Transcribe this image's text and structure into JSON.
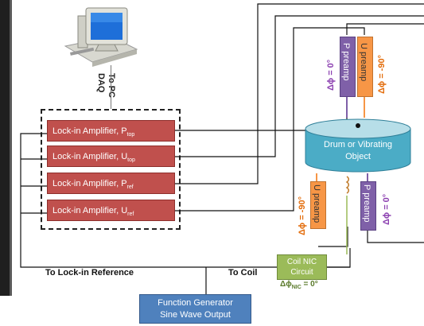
{
  "computer": {
    "label_line1": "To PC",
    "label_line2": "DAQ"
  },
  "lock_in_amplifiers": [
    {
      "label": "Lock-in Amplifier, P",
      "subscript": "top"
    },
    {
      "label": "Lock-in Amplifier, U",
      "subscript": "top"
    },
    {
      "label": "Lock-in Amplifier, P",
      "subscript": "ref"
    },
    {
      "label": "Lock-in Amplifier, U",
      "subscript": "ref"
    }
  ],
  "drum": {
    "line1": "Drum or Vibrating",
    "line2": "Object"
  },
  "preamps_top": [
    {
      "label": "P preamp",
      "phase": "Δϕ = 0°"
    },
    {
      "label": "U preamp",
      "phase": "Δϕ = -90°"
    }
  ],
  "preamps_bottom": [
    {
      "label": "U preamp",
      "phase": "Δϕ = -90°"
    },
    {
      "label": "P preamp",
      "phase": "Δϕ = 0°"
    }
  ],
  "coil_nic": {
    "line1": "Coil NIC",
    "line2": "Circuit",
    "phase": "Δϕ",
    "phase_sub": "NIC",
    "phase_val": " = 0°"
  },
  "labels": {
    "lockin_reference": "To Lock-in Reference",
    "to_coil": "To Coil"
  },
  "function_generator": {
    "line1": "Function Generator",
    "line2": "Sine Wave Output"
  },
  "colors": {
    "lock_in": "#c0504d",
    "p_preamp": "#7f60a8",
    "u_preamp": "#f79646",
    "drum": "#4bacc6",
    "coil": "#9bbb59",
    "generator": "#4f81bd"
  }
}
